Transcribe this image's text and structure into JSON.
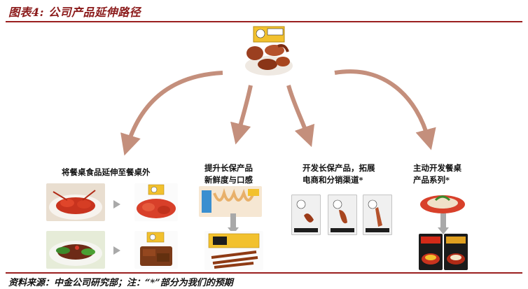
{
  "figure": {
    "title": "图表4: 公司产品延伸路径",
    "source_note": "资料来源：中金公司研究部；注：“*”部分为我们的预期"
  },
  "branches": [
    {
      "id": "catering",
      "caption_lines": [
        "将餐桌食品延伸至餐桌外"
      ]
    },
    {
      "id": "freshness",
      "caption_lines": [
        "提升长保产品",
        "新鲜度与口感"
      ]
    },
    {
      "id": "ecommerce",
      "caption_lines": [
        "开发长保产品，拓展",
        "电商和分销渠道*"
      ]
    },
    {
      "id": "dining",
      "caption_lines": [
        "主动开发餐桌",
        "产品系列*"
      ]
    }
  ],
  "colors": {
    "accent": "#9a1f1f",
    "arrow": "#c48f7c",
    "small_arrow": "#a9a9a9"
  }
}
